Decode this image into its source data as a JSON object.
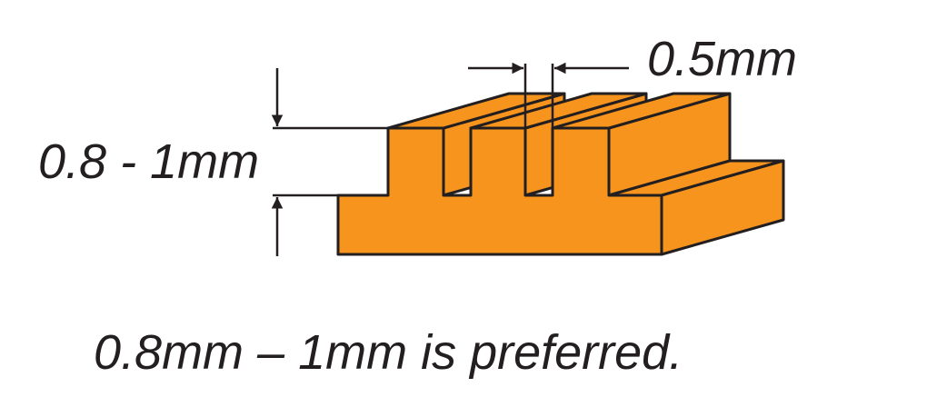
{
  "labels": {
    "slot_width": "0.5mm",
    "rib_height": "0.8 - 1mm",
    "caption": "0.8mm – 1mm is preferred."
  },
  "colors": {
    "material": "#F7941D",
    "outline": "#231F20"
  }
}
